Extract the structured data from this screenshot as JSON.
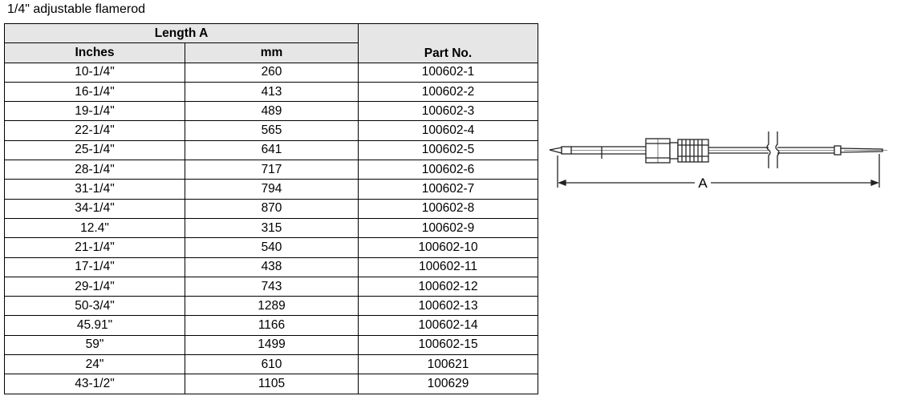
{
  "title": "1/4\" adjustable flamerod",
  "table": {
    "group_header": "Length A",
    "columns": [
      "Inches",
      "mm",
      "Part No."
    ],
    "rows": [
      [
        "10-1/4\"",
        "260",
        "100602-1"
      ],
      [
        "16-1/4\"",
        "413",
        "100602-2"
      ],
      [
        "19-1/4\"",
        "489",
        "100602-3"
      ],
      [
        "22-1/4\"",
        "565",
        "100602-4"
      ],
      [
        "25-1/4\"",
        "641",
        "100602-5"
      ],
      [
        "28-1/4\"",
        "717",
        "100602-6"
      ],
      [
        "31-1/4\"",
        "794",
        "100602-7"
      ],
      [
        "34-1/4\"",
        "870",
        "100602-8"
      ],
      [
        "12.4\"",
        "315",
        "100602-9"
      ],
      [
        "21-1/4\"",
        "540",
        "100602-10"
      ],
      [
        "17-1/4\"",
        "438",
        "100602-11"
      ],
      [
        "29-1/4\"",
        "743",
        "100602-12"
      ],
      [
        "50-3/4\"",
        "1289",
        "100602-13"
      ],
      [
        "45.91\"",
        "1166",
        "100602-14"
      ],
      [
        "59\"",
        "1499",
        "100602-15"
      ],
      [
        "24\"",
        "610",
        "100621"
      ],
      [
        "43-1/2\"",
        "1105",
        "100629"
      ]
    ]
  },
  "diagram": {
    "dimension_label": "A"
  }
}
